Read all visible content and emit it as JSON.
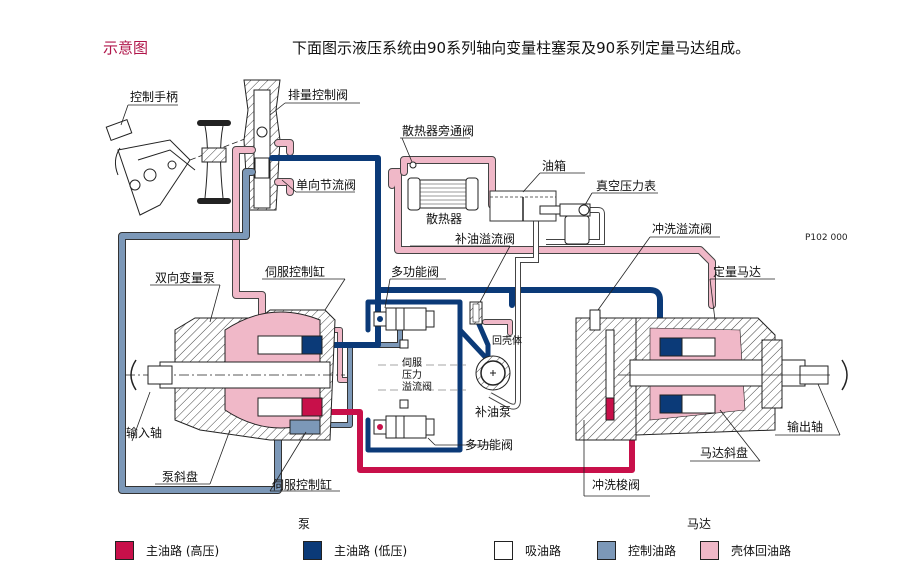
{
  "header": {
    "section_label": "示意图",
    "caption": "下面图示液压系统由90系列轴向变量柱塞泵及90系列定量马达组成。"
  },
  "figure_code": "P102 000",
  "labels": {
    "control_handle": "控制手柄",
    "displacement_control_valve": "排量控制阀",
    "one_way_throttle_valve": "单向节流阀",
    "radiator_bypass_valve": "散热器旁通阀",
    "oil_tank": "油箱",
    "vacuum_gauge": "真空压力表",
    "radiator": "散热器",
    "charge_relief_valve": "补油溢流阀",
    "flush_relief_valve": "冲洗溢流阀",
    "fixed_motor": "定量马达",
    "bidirectional_variable_pump": "双向变量泵",
    "servo_cylinder_top": "伺服控制缸",
    "multifunction_valve_top": "多功能阀",
    "servo_pressure_relief_valve": "伺服\n压力\n溢流阀",
    "servo_line1": "伺服",
    "servo_line2": "压力",
    "servo_line3": "溢流阀",
    "return_to_case": "回壳体",
    "charge_pump": "补油泵",
    "input_shaft": "输入轴",
    "multifunction_valve_bottom": "多功能阀",
    "pump_swashplate": "泵斜盘",
    "servo_cylinder_bottom": "伺服控制缸",
    "flush_shuttle_valve": "冲洗梭阀",
    "motor_swashplate": "马达斜盘",
    "output_shaft": "输出轴"
  },
  "legend": {
    "pump_heading": "泵",
    "motor_heading": "马达",
    "items": [
      {
        "label": "主油路 (高压)",
        "color": "#c8104a"
      },
      {
        "label": "主油路 (低压)",
        "color": "#0b3a78"
      },
      {
        "label": "吸油路",
        "color": "#ffffff"
      },
      {
        "label": "控制油路",
        "color": "#7c98b8"
      },
      {
        "label": "壳体回油路",
        "color": "#f0b8c8"
      }
    ]
  },
  "colors": {
    "high_pressure": "#c8104a",
    "low_pressure": "#0b3a78",
    "suction": "#ffffff",
    "control": "#7c98b8",
    "case_drain": "#f0b8c8",
    "title_accent": "#b0154a"
  }
}
